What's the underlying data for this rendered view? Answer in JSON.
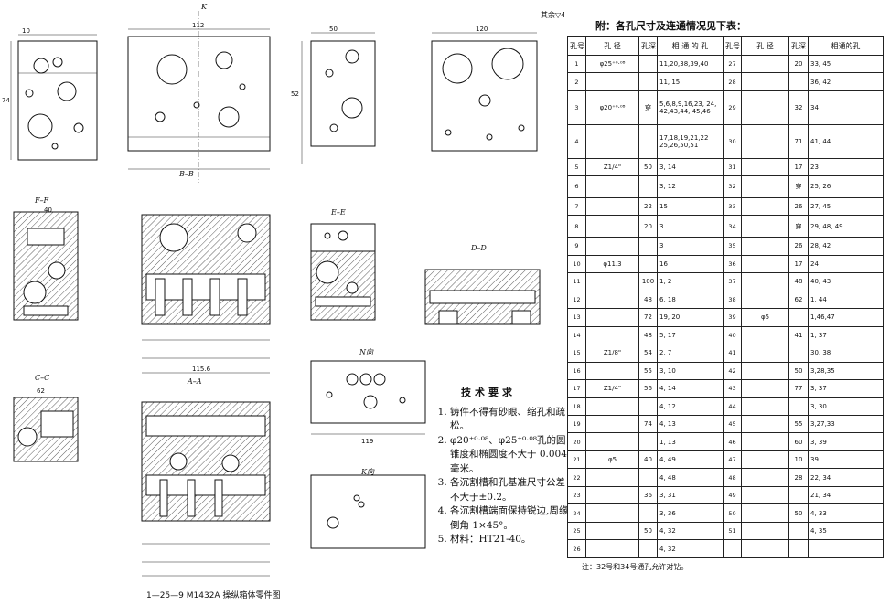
{
  "caption": "1—25—9  M1432A 操纵箱体零件图",
  "top_note": "其余▽4",
  "table_title": "附：各孔尺寸及连通情况见下表：",
  "table_headers": [
    "孔号",
    "孔 径",
    "孔深",
    "相 通 的 孔",
    "孔号",
    "孔 径",
    "孔深",
    "相通的孔"
  ],
  "left_rows": [
    {
      "no": "1",
      "dia": "φ25⁺⁰·⁰⁸",
      "depth": "",
      "conn": "11,20,38,39,40"
    },
    {
      "no": "2",
      "dia": "",
      "depth": "",
      "conn": "11, 15"
    },
    {
      "no": "3",
      "dia": "φ20⁺⁰·⁰⁸",
      "depth": "穿",
      "conn": "5,6,8,9,16,23, 24, 42,43,44, 45,46"
    },
    {
      "no": "4",
      "dia": "",
      "depth": "",
      "conn": "17,18,19,21,22 25,26,50,51"
    },
    {
      "no": "5",
      "dia": "Z1/4\"",
      "depth": "50",
      "conn": "3, 14"
    },
    {
      "no": "6",
      "dia": "",
      "depth": "",
      "conn": "3, 12"
    },
    {
      "no": "7",
      "dia": "",
      "depth": "22",
      "conn": "15"
    },
    {
      "no": "8",
      "dia": "",
      "depth": "20",
      "conn": "3"
    },
    {
      "no": "9",
      "dia": "",
      "depth": "",
      "conn": "3"
    },
    {
      "no": "10",
      "dia": "φ11.3",
      "depth": "",
      "conn": "16"
    },
    {
      "no": "11",
      "dia": "",
      "depth": "100",
      "conn": "1, 2"
    },
    {
      "no": "12",
      "dia": "",
      "depth": "48",
      "conn": "6, 18"
    },
    {
      "no": "13",
      "dia": "",
      "depth": "72",
      "conn": "19, 20"
    },
    {
      "no": "14",
      "dia": "",
      "depth": "48",
      "conn": "5, 17"
    },
    {
      "no": "15",
      "dia": "Z1/8\"",
      "depth": "54",
      "conn": "2, 7"
    },
    {
      "no": "16",
      "dia": "",
      "depth": "55",
      "conn": "3, 10"
    },
    {
      "no": "17",
      "dia": "Z1/4\"",
      "depth": "56",
      "conn": "4, 14"
    },
    {
      "no": "18",
      "dia": "",
      "depth": "",
      "conn": "4, 12"
    },
    {
      "no": "19",
      "dia": "",
      "depth": "74",
      "conn": "4, 13"
    },
    {
      "no": "20",
      "dia": "",
      "depth": "",
      "conn": "1, 13"
    },
    {
      "no": "21",
      "dia": "φ5",
      "depth": "40",
      "conn": "4, 49"
    },
    {
      "no": "22",
      "dia": "",
      "depth": "",
      "conn": "4, 48"
    },
    {
      "no": "23",
      "dia": "",
      "depth": "36",
      "conn": "3, 31"
    },
    {
      "no": "24",
      "dia": "",
      "depth": "",
      "conn": "3, 36"
    },
    {
      "no": "25",
      "dia": "",
      "depth": "50",
      "conn": "4, 32"
    },
    {
      "no": "26",
      "dia": "",
      "depth": "",
      "conn": "4, 32"
    }
  ],
  "right_rows": [
    {
      "no": "27",
      "depth": "20",
      "conn": "33, 45"
    },
    {
      "no": "28",
      "depth": "",
      "conn": "36, 42"
    },
    {
      "no": "29",
      "depth": "32",
      "conn": "34"
    },
    {
      "no": "30",
      "depth": "71",
      "conn": "41, 44"
    },
    {
      "no": "31",
      "depth": "17",
      "conn": "23"
    },
    {
      "no": "32",
      "depth": "穿",
      "conn": "25, 26"
    },
    {
      "no": "33",
      "depth": "26",
      "conn": "27, 45"
    },
    {
      "no": "34",
      "depth": "穿",
      "conn": "29, 48, 49"
    },
    {
      "no": "35",
      "depth": "26",
      "conn": "28, 42"
    },
    {
      "no": "36",
      "depth": "17",
      "conn": "24"
    },
    {
      "no": "37",
      "depth": "48",
      "conn": "40, 43"
    },
    {
      "no": "38",
      "depth": "62",
      "conn": "1, 44"
    },
    {
      "no": "39",
      "depth": "",
      "conn": "1,46,47"
    },
    {
      "no": "40",
      "depth": "41",
      "conn": "1, 37"
    },
    {
      "no": "41",
      "depth": "",
      "conn": "30, 38"
    },
    {
      "no": "42",
      "depth": "50",
      "conn": "3,28,35"
    },
    {
      "no": "43",
      "depth": "77",
      "conn": "3, 37"
    },
    {
      "no": "44",
      "depth": "",
      "conn": "3, 30"
    },
    {
      "no": "45",
      "depth": "55",
      "conn": "3,27,33"
    },
    {
      "no": "46",
      "depth": "60",
      "conn": "3, 39"
    },
    {
      "no": "47",
      "depth": "10",
      "conn": "39"
    },
    {
      "no": "48",
      "depth": "28",
      "conn": "22, 34"
    },
    {
      "no": "49",
      "depth": "",
      "conn": "21, 34"
    },
    {
      "no": "50",
      "depth": "50",
      "conn": "4, 33"
    },
    {
      "no": "51",
      "depth": "",
      "conn": "4, 35"
    }
  ],
  "right_dia": "φ5",
  "tech_title": "技术要求",
  "tech_items": [
    "铸件不得有砂眼、缩孔和疏松。",
    "φ20⁺⁰·⁰⁸、φ25⁺⁰·⁰⁸孔的圆锥度和椭圆度不大于 0.004 毫米。",
    "各沉割槽和孔基准尺寸公差不大于±0.2。",
    "各沉割槽端面保持锐边,周缘倒角 1×45°。",
    "材料：HT21-40。"
  ],
  "footnote": "注：32号和34号通孔允许对钻。",
  "view_labels": {
    "K": "K",
    "BB": "B–B",
    "FF": "F–F",
    "EE": "E–E",
    "DD": "D–D",
    "CC": "C–C",
    "AA": "A–A",
    "N": "N向",
    "Kdir": "K向"
  },
  "dims": {
    "d112": "112",
    "d10": "10",
    "d50": "50",
    "d120": "120",
    "d74": "74",
    "d52": "52",
    "d119": "119",
    "d115": "115.6",
    "d62": "62",
    "d40": "40"
  }
}
